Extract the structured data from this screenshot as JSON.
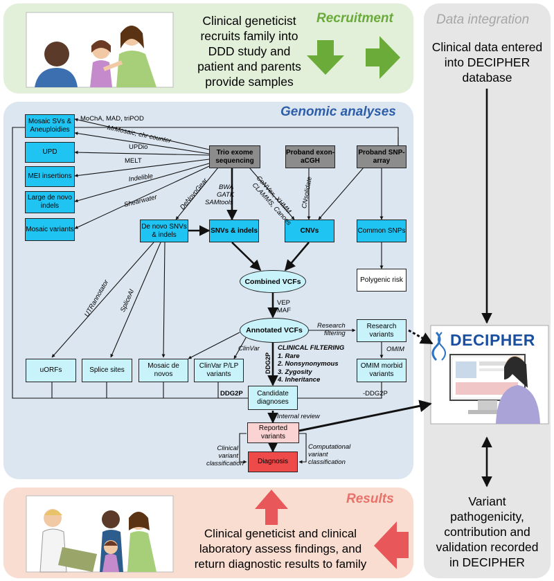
{
  "panels": {
    "recruitment": {
      "title": "Recruitment",
      "text": [
        "Clinical geneticist",
        "recruits family into",
        "DDD study and",
        "patient and parents",
        "provide samples"
      ]
    },
    "data_integration": {
      "title": "Data integration",
      "text_top": [
        "Clinical data entered",
        "into DECIPHER",
        "database"
      ],
      "text_bottom": [
        "Variant",
        "pathogenicity,",
        "contribution and",
        "validation recorded",
        "in DECIPHER"
      ]
    },
    "genomic": {
      "title": "Genomic analyses"
    },
    "results": {
      "title": "Results",
      "text": [
        "Clinical geneticist and clinical",
        "laboratory assess findings, and",
        "return diagnostic results to family"
      ]
    }
  },
  "boxes": {
    "mosaic_svs": "Mosaic SVs & Aneuploidies",
    "upd": "UPD",
    "mei": "MEI insertions",
    "large_denovo": "Large de novo indels",
    "mosaic_variants": "Mosaic variants",
    "trio": "Trio exome sequencing",
    "proband_acgh": "Proband exon-aCGH",
    "proband_snp": "Proband SNP-array",
    "denovo_snvs": "De novo SNVs & indels",
    "snvs_indels": "SNVs & indels",
    "cnvs": "CNVs",
    "common_snps": "Common SNPs",
    "polygenic": "Polygenic risk",
    "combined_vcfs": "Combined VCFs",
    "annotated_vcfs": "Annotated VCFs",
    "research_variants": "Research variants",
    "uorfs": "uORFs",
    "splice_sites": "Splice sites",
    "mosaic_denovos": "Mosaic de novos",
    "clinvar_plp": "ClinVar P/LP variants",
    "omim_morbid": "OMIM morbid variants",
    "candidate": "Candidate diagnoses",
    "reported": "Reported variants",
    "diagnosis": "Diagnosis"
  },
  "labels": {
    "mocha": "MoChA, MAD, triPOD",
    "mrmosaic": "MrMosaic, chr counter",
    "updio": "UPDio",
    "melt": "MELT",
    "indelible": "Indelible",
    "shearwater": "Shearwater",
    "denovogear": "DeNovoGear",
    "bwa": "BWA",
    "gatk": "GATK",
    "samtools": "SAMtools",
    "convex": "CoNVex, XHMM",
    "clamms": "CLAMMS, Canoes",
    "cnsolidate": "CNsolidate",
    "vep": "VEP",
    "maf": "MAF",
    "research_filtering_1": "Research",
    "research_filtering_2": "filtering",
    "omim": "OMIM",
    "utrannotator": "UTRannotator",
    "spliceai": "SpliceAI",
    "clinvar": "ClinVar",
    "ddg2p_vert": "DDG2P",
    "clinical_filtering": "CLINICAL FILTERING",
    "cf1": "1. Rare",
    "cf2": "2. Nonsynonymous",
    "cf3": "3. Zygosity",
    "cf4": "4. Inheritance",
    "ddg2p_left": "DDG2P",
    "ddg2p_right": "-DDG2P",
    "internal_review": "Internal review",
    "clin_class": [
      "Clinical",
      "variant",
      "classification"
    ],
    "comp_class": [
      "Computational",
      "variant",
      "classification"
    ]
  },
  "decipher": {
    "logo_text": "DECIPHER"
  },
  "colors": {
    "recruitment_bg": "#e2efd9",
    "integration_bg": "#e6e6e6",
    "genomic_bg": "#dce6f1",
    "results_bg": "#f8ddd0",
    "recruitment_title": "#6aaa3a",
    "integration_title": "#a6a6a6",
    "genomic_title": "#2e5ea8",
    "results_title": "#e8726a",
    "green_arrow": "#6aab3a",
    "red_arrow": "#e8575a",
    "cyan_box": "#1fc4f2",
    "light_cyan_box": "#c9f3fb",
    "grey_box": "#8c8c8c"
  }
}
